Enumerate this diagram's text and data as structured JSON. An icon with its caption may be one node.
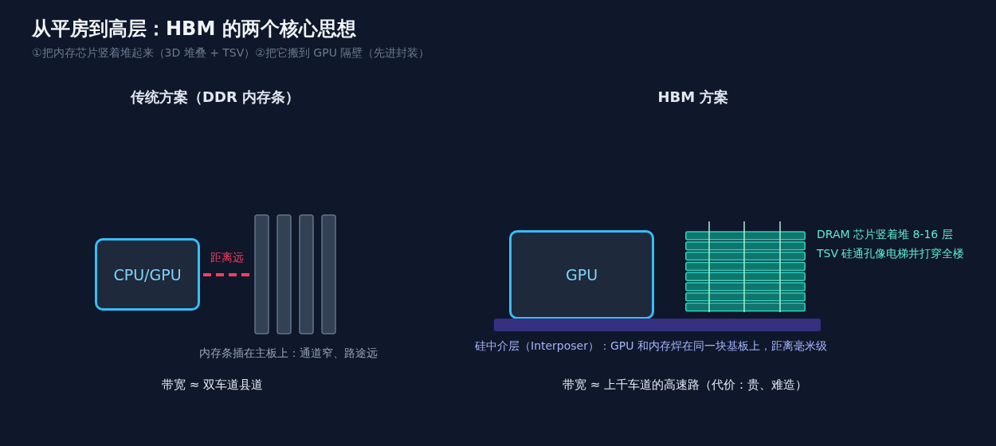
{
  "diagram": {
    "title": "从平房到高层：HBM 的两个核心思想",
    "nodes": [
      {
        "text": [
          "CPU/GPU"
        ]
      },
      {
        "text": [],
        "shape": "bar"
      },
      {
        "text": [],
        "shape": "bar"
      },
      {
        "text": [],
        "shape": "bar"
      },
      {
        "text": [],
        "shape": "bar"
      },
      {
        "text": [
          "GPU"
        ]
      },
      {
        "text": [],
        "shape": "box",
        "beside": [
          "DRAM 芯片竖着堆 8-16 层",
          "TSV 硅通孔像电梯井打穿全楼"
        ]
      },
      {
        "text": [],
        "shape": "bar",
        "beside": [
          "硅中介层（Interposer）：GPU 和内存焊在同一块基板上，距离毫米级"
        ]
      }
    ],
    "edges": [
      {
        "from": 0,
        "to": 1,
        "arrow": "none",
        "label": "距离远",
        "style": "dashed",
        "color": "#f43f5e"
      }
    ],
    "labels": [
      "①把内存芯片竖着堆起来（3D 堆叠 + TSV）②把它搬到 GPU 隔壁（先进封装）",
      "传统方案（DDR 内存条）",
      "HBM 方案",
      "内存条插在主板上：通道窄、路途远",
      "带宽 ≈ 双车道县道",
      "带宽 ≈ 上千车道的高速路（代价：贵、难造）"
    ]
  }
}
